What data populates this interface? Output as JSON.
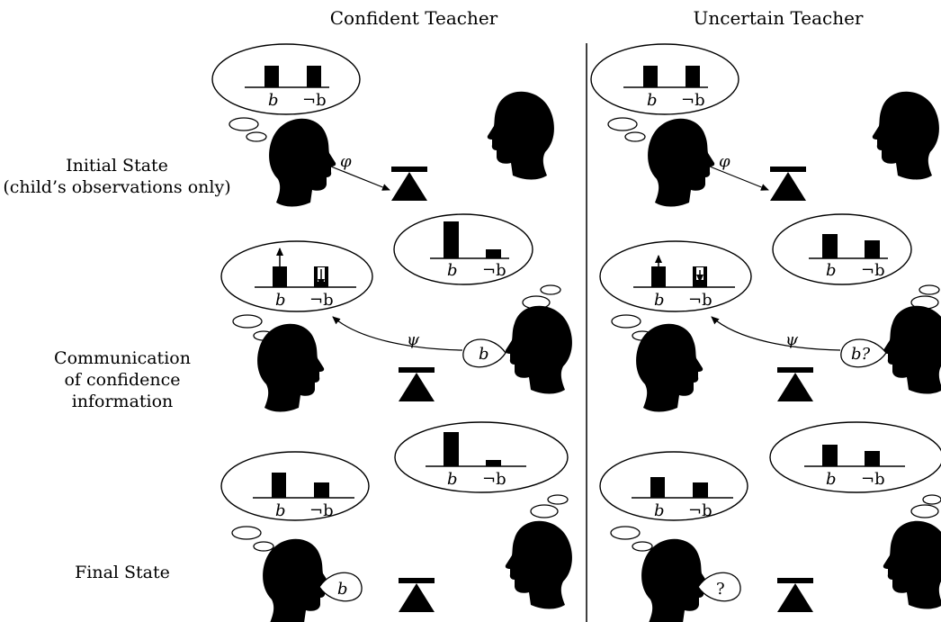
{
  "headers": {
    "confident": "Confident Teacher",
    "uncertain": "Uncertain Teacher"
  },
  "rows": {
    "initial_line1": "Initial State",
    "initial_line2": "(child’s observations only)",
    "comm_line1": "Communication",
    "comm_line2": "of confidence",
    "comm_line3": "information",
    "final": "Final State"
  },
  "symbols": {
    "b": "b",
    "not_b": "¬b",
    "phi": "φ",
    "psi": "ψ",
    "b_question": "b?",
    "question": "?"
  },
  "chart_data": [
    {
      "type": "bar",
      "panel": "confident-initial-child",
      "categories": [
        "b",
        "¬b"
      ],
      "values": [
        1,
        1
      ]
    },
    {
      "type": "bar",
      "panel": "confident-comm-teacher",
      "categories": [
        "b",
        "¬b"
      ],
      "values": [
        1.0,
        0.24
      ]
    },
    {
      "type": "bar",
      "panel": "confident-comm-child",
      "categories": [
        "b",
        "¬b"
      ],
      "values": [
        1,
        1
      ]
    },
    {
      "type": "bar",
      "panel": "confident-final-teacher",
      "categories": [
        "b",
        "¬b"
      ],
      "values": [
        1.0,
        0.24
      ]
    },
    {
      "type": "bar",
      "panel": "confident-final-child",
      "categories": [
        "b",
        "¬b"
      ],
      "values": [
        1.0,
        0.64
      ]
    },
    {
      "type": "bar",
      "panel": "uncertain-initial-child",
      "categories": [
        "b",
        "¬b"
      ],
      "values": [
        1,
        1
      ]
    },
    {
      "type": "bar",
      "panel": "uncertain-comm-teacher",
      "categories": [
        "b",
        "¬b"
      ],
      "values": [
        1.0,
        0.7
      ]
    },
    {
      "type": "bar",
      "panel": "uncertain-comm-child",
      "categories": [
        "b",
        "¬b"
      ],
      "values": [
        1,
        1
      ]
    },
    {
      "type": "bar",
      "panel": "uncertain-final-teacher",
      "categories": [
        "b",
        "¬b"
      ],
      "values": [
        1.0,
        0.7
      ]
    },
    {
      "type": "bar",
      "panel": "uncertain-final-child",
      "categories": [
        "b",
        "¬b"
      ],
      "values": [
        1.0,
        0.85
      ]
    }
  ]
}
